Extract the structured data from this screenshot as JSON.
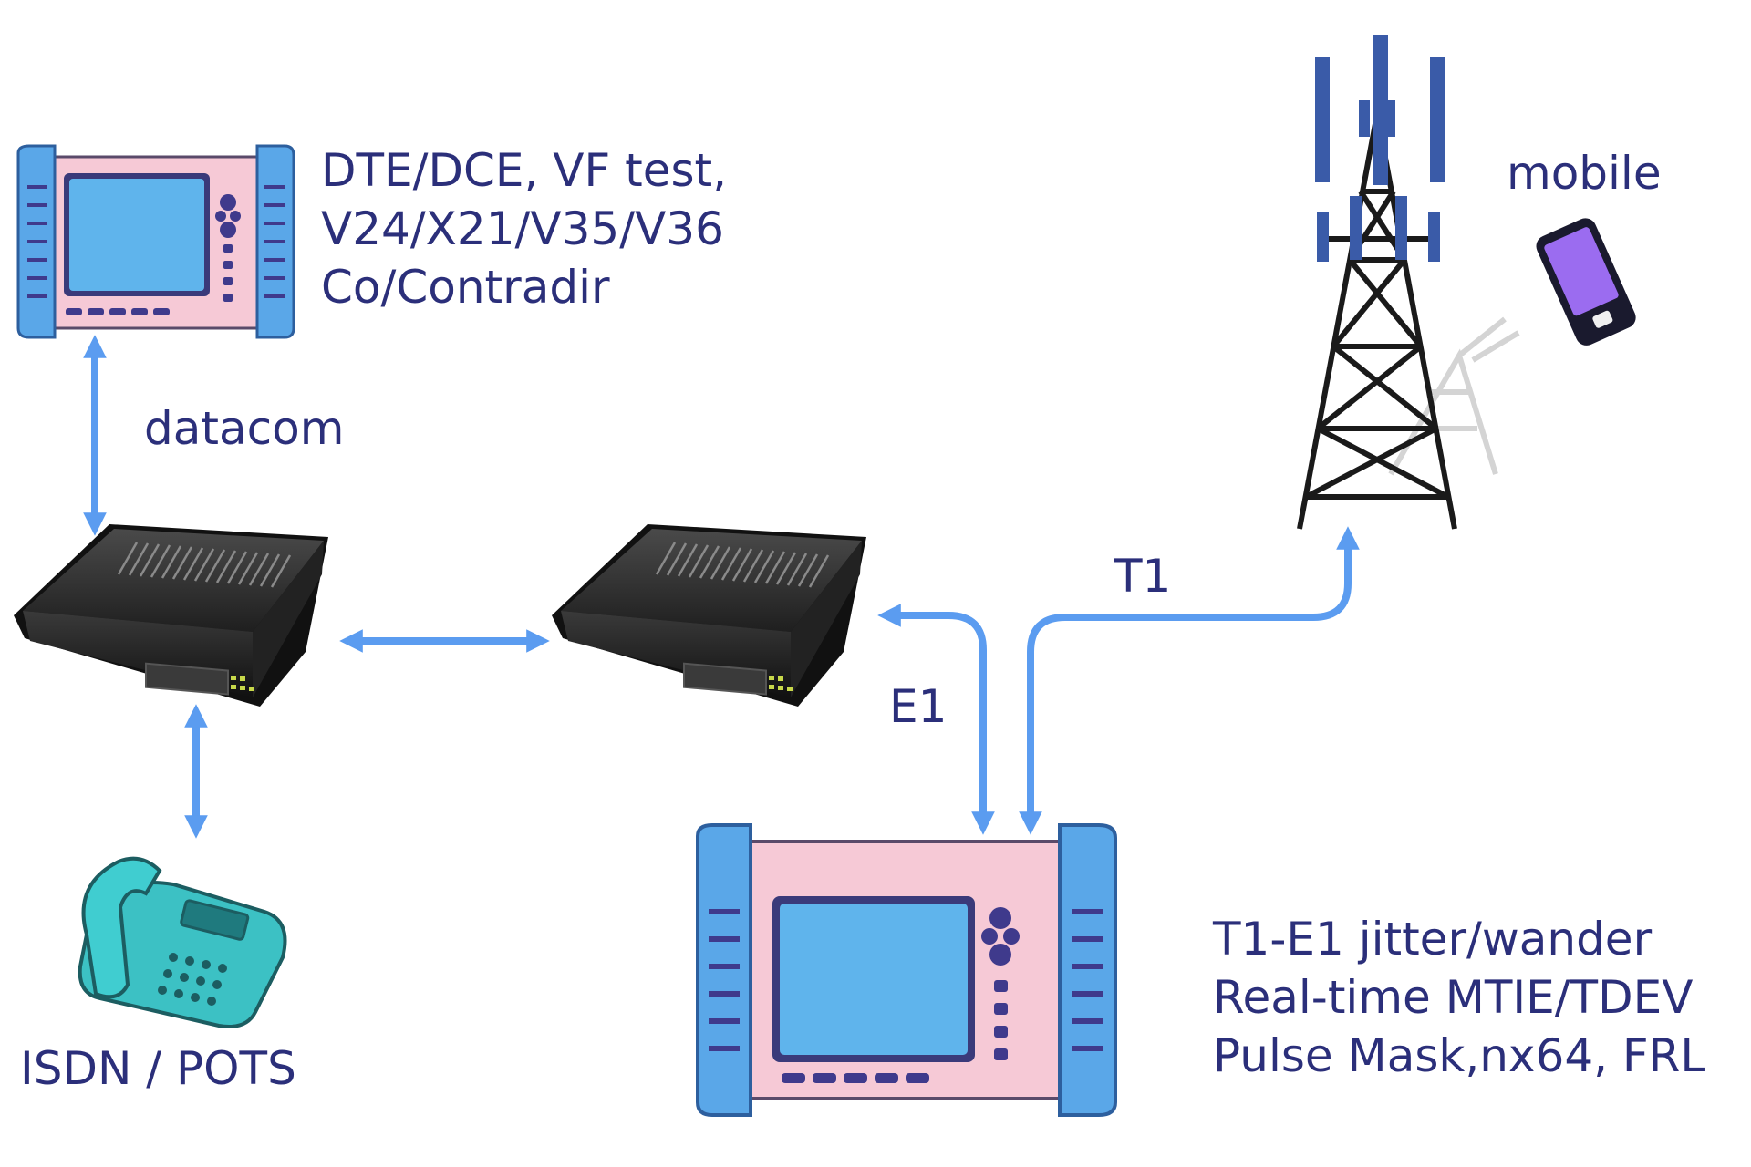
{
  "labels": {
    "top_tester": [
      "DTE/DCE, VF test,",
      "V24/X21/V35/V36",
      "Co/Contradir"
    ],
    "datacom": "datacom",
    "mobile": "mobile",
    "t1": "T1",
    "e1": "E1",
    "isdn": "ISDN / POTS",
    "bottom_tester": [
      "T1-E1 jitter/wander",
      "Real-time MTIE/TDEV",
      "Pulse Mask,nx64, FRL"
    ]
  },
  "colors": {
    "arrow": "#5b9cf0",
    "text": "#2b2f7a",
    "tester_body": "#f6c9d6",
    "tester_bumper": "#5aa7e8",
    "tester_screen": "#5fb4ec",
    "tester_buttons": "#3f3a8c",
    "router_body": "#2e2e2e",
    "tower": "#1a1a1a",
    "antenna": "#3a5ba8",
    "phone": "#3cc1c4",
    "mobile_screen": "#9b6cf0"
  },
  "icons": [
    "handheld-tester-icon",
    "router-icon",
    "cell-tower-icon",
    "mobile-phone-icon",
    "desk-phone-icon"
  ]
}
